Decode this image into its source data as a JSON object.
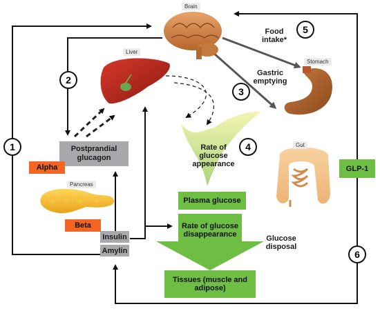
{
  "organs": {
    "brain": "Brain",
    "liver": "Liver",
    "stomach": "Stomach",
    "pancreas": "Pancreas",
    "gut": "Gut"
  },
  "boxes": {
    "postprandial_glucagon": "Postprandial glucagon",
    "alpha": "Alpha",
    "beta": "Beta",
    "insulin": "Insulin",
    "amylin": "Amylin",
    "plasma_glucose": "Plasma glucose",
    "rate_disappearance": "Rate of glucose disappearance",
    "tissues": "Tissues (muscle and adipose)",
    "glp1": "GLP-1"
  },
  "texts": {
    "food_intake": "Food intake*",
    "gastric_emptying": "Gastric emptying",
    "rate_appearance": "Rate of glucose appearance",
    "glucose_disposal": "Glucose disposal"
  },
  "steps": [
    "1",
    "2",
    "3",
    "4",
    "5",
    "6"
  ],
  "colors": {
    "green": "#6fbe44",
    "orange": "#f26522",
    "grey": "#a7a9ac"
  }
}
